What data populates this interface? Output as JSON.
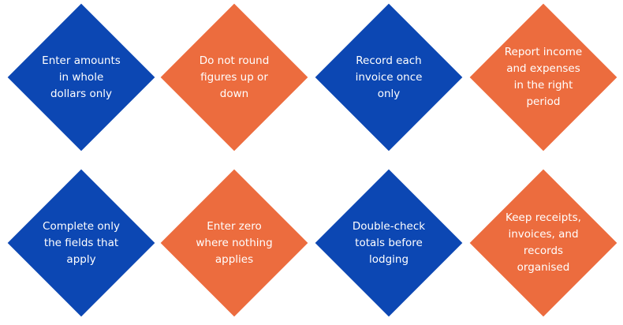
{
  "colors": {
    "blue": "#0c47b3",
    "orange": "#ec6c3e"
  },
  "tiles": [
    {
      "text": "Enter amounts in whole dollars only",
      "color": "blue"
    },
    {
      "text": "Do not round figures up or down",
      "color": "orange"
    },
    {
      "text": "Record each invoice once only",
      "color": "blue"
    },
    {
      "text": "Report income and expenses in the right period",
      "color": "orange"
    },
    {
      "text": "Complete only the fields that apply",
      "color": "blue"
    },
    {
      "text": "Enter zero where nothing applies",
      "color": "orange"
    },
    {
      "text": "Double-check totals before lodging",
      "color": "blue"
    },
    {
      "text": "Keep receipts, invoices, and records organised",
      "color": "orange"
    }
  ]
}
